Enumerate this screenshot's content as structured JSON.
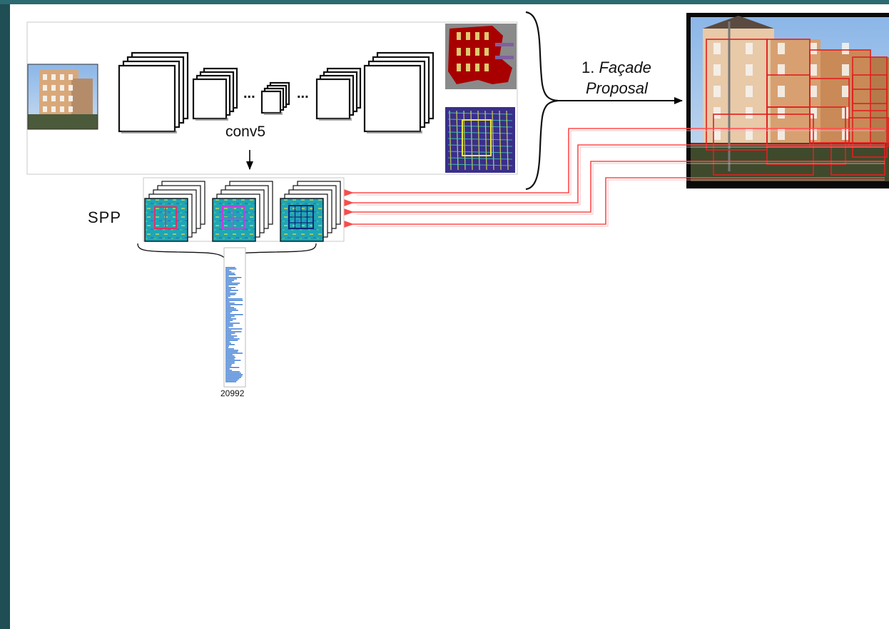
{
  "slide": {
    "frame_color": "#1f4e55",
    "frame_accent": "#2a6a70"
  },
  "diagram": {
    "conv_label": "conv5",
    "spp_label": "SPP",
    "ellipsis": "...",
    "step_number": "1.",
    "step_line1": "Façade",
    "step_line2": "Proposal",
    "vector_length": "20992",
    "arrow_color": "#ff4a4a",
    "proposal_box_color": "#e02020",
    "feature_map_colors": [
      "#22b3b3",
      "#2a8fd0",
      "#e8d84a"
    ]
  }
}
